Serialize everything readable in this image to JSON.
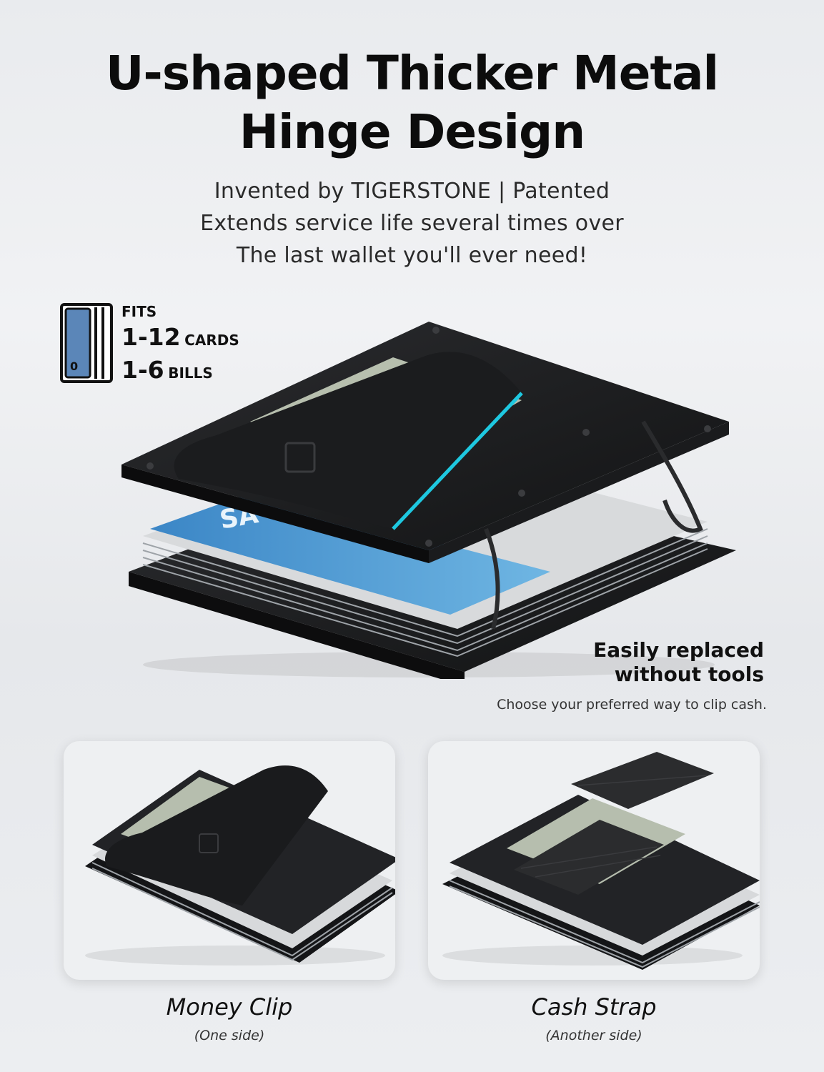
{
  "hero": {
    "title_line1": "U-shaped Thicker Metal",
    "title_line2": "Hinge Design",
    "subtitle_lines": [
      "Invented by TIGERSTONE | Patented",
      "Extends service life several times over",
      "The last wallet you'll ever need!"
    ]
  },
  "capacity": {
    "label": "FITS",
    "cards_number": "1-12",
    "cards_unit": "CARDS",
    "bills_number": "1-6",
    "bills_unit": "BILLS",
    "icon": "card-stack-icon",
    "accent_color": "#5b86b8"
  },
  "feature": {
    "heading_line1": "Easily replaced",
    "heading_line2": "without tools",
    "description": "Choose your preferred way to clip cash."
  },
  "options": [
    {
      "title": "Money Clip",
      "subtitle": "(One side)",
      "image": "money-clip-wallet-photo"
    },
    {
      "title": "Cash Strap",
      "subtitle": "(Another side)",
      "image": "cash-strap-wallet-photo"
    }
  ],
  "colors": {
    "wallet_metal": "#1c1d1f",
    "card_blue": "#5aa3d6",
    "cyan_accent": "#1ec8e0"
  }
}
